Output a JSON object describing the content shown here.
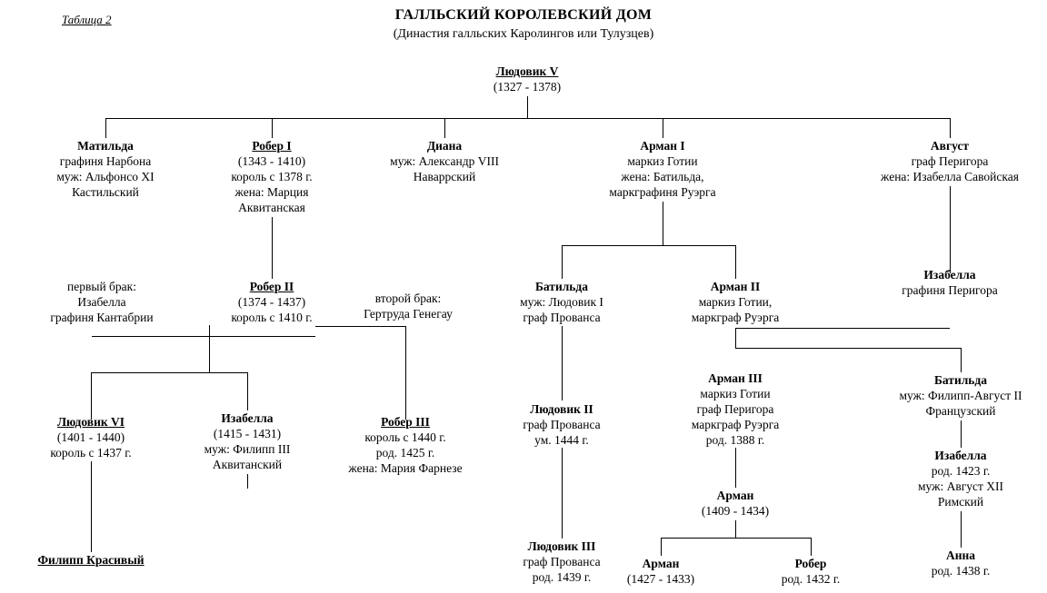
{
  "header": {
    "table_label": "Таблица 2",
    "title": "ГАЛЛЬСКИЙ КОРОЛЕВСКИЙ ДОМ",
    "subtitle": "(Династия галльских Каролингов или Тулузцев)"
  },
  "nodes": {
    "ludovik5": {
      "l0": "Людовик V",
      "l1": "(1327 - 1378)"
    },
    "matilda": {
      "l0": "Матильда",
      "l1": "графиня Нарбона",
      "l2": "муж: Альфонсо XI",
      "l3": "Кастильский"
    },
    "rober1": {
      "l0": "Робер I",
      "l1": "(1343 - 1410)",
      "l2": "король с 1378 г.",
      "l3": "жена: Марция",
      "l4": "Аквитанская"
    },
    "diana": {
      "l0": "Диана",
      "l1": "муж: Александр VIII",
      "l2": "Наваррский"
    },
    "arman1": {
      "l0": "Арман I",
      "l1": "маркиз Готии",
      "l2": "жена: Батильда,",
      "l3": "маркграфиня Руэрга"
    },
    "avgust": {
      "l0": "Август",
      "l1": "граф Перигора",
      "l2": "жена: Изабелла Савойская"
    },
    "marriage1": {
      "l0": "первый брак:",
      "l1": "Изабелла",
      "l2": "графиня Кантабрии"
    },
    "rober2": {
      "l0": "Робер II",
      "l1": "(1374 - 1437)",
      "l2": "король с 1410 г."
    },
    "marriage2": {
      "l0": "второй брак:",
      "l1": "Гертруда Генегау"
    },
    "batilda1": {
      "l0": "Батильда",
      "l1": "муж: Людовик I",
      "l2": "граф Прованса"
    },
    "arman2": {
      "l0": "Арман II",
      "l1": "маркиз Готии,",
      "l2": "маркграф Руэрга"
    },
    "izabella_perigor": {
      "l0": "Изабелла",
      "l1": "графиня Перигора"
    },
    "ludovik6": {
      "l0": "Людовик VI",
      "l1": "(1401 - 1440)",
      "l2": "король с 1437 г."
    },
    "izabella_akv": {
      "l0": "Изабелла",
      "l1": "(1415 - 1431)",
      "l2": "муж: Филипп III",
      "l3": "Аквитанский"
    },
    "rober3": {
      "l0": "Робер III",
      "l1": "король с 1440 г.",
      "l2": "род. 1425 г.",
      "l3": "жена: Мария Фарнезе"
    },
    "ludovik2": {
      "l0": "Людовик II",
      "l1": "граф Прованса",
      "l2": "ум. 1444 г."
    },
    "arman3": {
      "l0": "Арман III",
      "l1": "маркиз Готии",
      "l2": "граф Перигора",
      "l3": "маркграф Руэрга",
      "l4": "род. 1388 г."
    },
    "batilda2": {
      "l0": "Батильда",
      "l1": "муж: Филипп-Август II",
      "l2": "Французский"
    },
    "izabella_rim": {
      "l0": "Изабелла",
      "l1": "род. 1423 г.",
      "l2": "муж: Август XII",
      "l3": "Римский"
    },
    "arman_1409": {
      "l0": "Арман",
      "l1": "(1409 - 1434)"
    },
    "filipp": {
      "l0": "Филипп Красивый"
    },
    "ludovik3": {
      "l0": "Людовик III",
      "l1": "граф Прованса",
      "l2": "род. 1439 г."
    },
    "arman_1427": {
      "l0": "Арман",
      "l1": "(1427 - 1433)"
    },
    "rober_1432": {
      "l0": "Робер",
      "l1": "род. 1432 г."
    },
    "anna": {
      "l0": "Анна",
      "l1": "род. 1438 г."
    }
  }
}
